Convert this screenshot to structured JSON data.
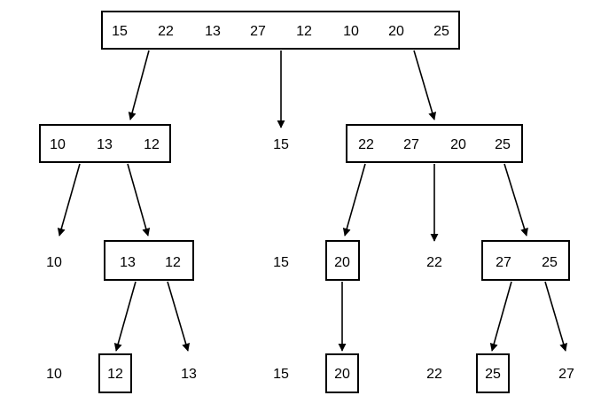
{
  "diagram": {
    "level0": {
      "root": [
        "15",
        "22",
        "13",
        "27",
        "12",
        "10",
        "20",
        "25"
      ]
    },
    "level1": {
      "left": [
        "10",
        "13",
        "12"
      ],
      "pivot": "15",
      "right": [
        "22",
        "27",
        "20",
        "25"
      ]
    },
    "level2": {
      "left_pivot": "10",
      "left_box": [
        "13",
        "12"
      ],
      "pivot": "15",
      "middle_box": [
        "20"
      ],
      "middle_pivot": "22",
      "right_box": [
        "27",
        "25"
      ]
    },
    "level3": {
      "values": [
        "10",
        "12",
        "13",
        "15",
        "20",
        "22",
        "25",
        "27"
      ],
      "boxed": [
        "12",
        "20",
        "25"
      ]
    }
  }
}
